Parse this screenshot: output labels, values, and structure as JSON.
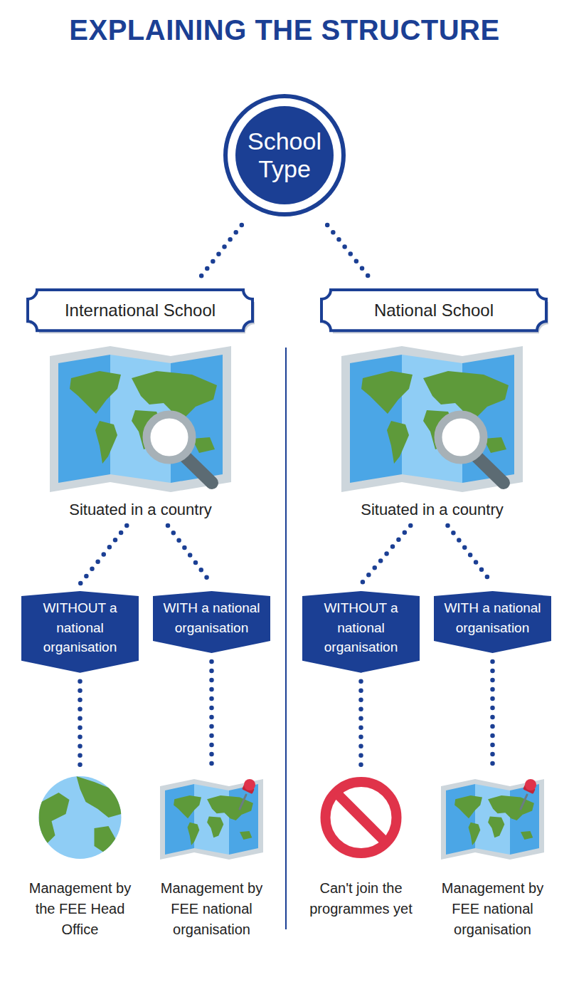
{
  "diagram": {
    "title": "EXPLAINING THE STRUCTURE",
    "nodes": [
      {
        "text": [
          "School Type"
        ]
      },
      {
        "text": [
          "International School"
        ]
      },
      {
        "text": [
          "National School"
        ]
      },
      {
        "text": [
          "Situated in a country"
        ]
      },
      {
        "text": [
          "Situated in a country"
        ]
      },
      {
        "text": [
          "WITHOUT a national organisation"
        ]
      },
      {
        "text": [
          "WITH a national organisation"
        ]
      },
      {
        "text": [
          "WITHOUT a national organisation"
        ]
      },
      {
        "text": [
          "WITH a national organisation"
        ]
      },
      {
        "text": [
          "Management by the FEE Head Office"
        ]
      },
      {
        "text": [
          "Management by FEE national organisation"
        ]
      },
      {
        "text": [
          "Can't join the programmes yet"
        ]
      },
      {
        "text": [
          "Management by FEE national organisation"
        ]
      }
    ],
    "edges": [
      {
        "from": 0,
        "to": 1,
        "arrow": "none"
      },
      {
        "from": 0,
        "to": 2,
        "arrow": "none"
      },
      {
        "from": 3,
        "to": 5,
        "arrow": "none"
      },
      {
        "from": 3,
        "to": 6,
        "arrow": "none"
      },
      {
        "from": 4,
        "to": 7,
        "arrow": "none"
      },
      {
        "from": 4,
        "to": 8,
        "arrow": "none"
      },
      {
        "from": 5,
        "to": 9,
        "arrow": "none"
      },
      {
        "from": 6,
        "to": 10,
        "arrow": "none"
      },
      {
        "from": 7,
        "to": 11,
        "arrow": "none"
      },
      {
        "from": 8,
        "to": 12,
        "arrow": "none"
      }
    ]
  }
}
